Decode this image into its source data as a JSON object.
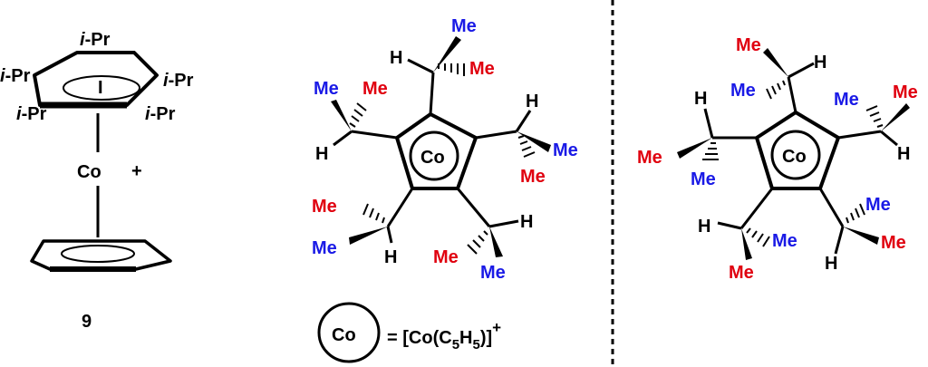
{
  "compound_9": {
    "substituent": "i-Pr",
    "substituent_prefix": "i",
    "substituent_suffix": "-Pr",
    "inner_ring_label": "I",
    "metal_label": "Co",
    "charge": "+",
    "compound_number": "9"
  },
  "conformers": {
    "metal_label": "Co",
    "H": "H",
    "Me": "Me",
    "colors": {
      "me_red": "#e0000f",
      "me_blue": "#1a1ae6",
      "bond": "#000000"
    }
  },
  "legend": {
    "symbol": "Co",
    "equals": "=",
    "formula_open": "[Co(C",
    "sub1": "5",
    "mid": "H",
    "sub2": "5",
    "formula_close": ")]",
    "charge": "+"
  },
  "divider": {
    "style": "dashed"
  }
}
